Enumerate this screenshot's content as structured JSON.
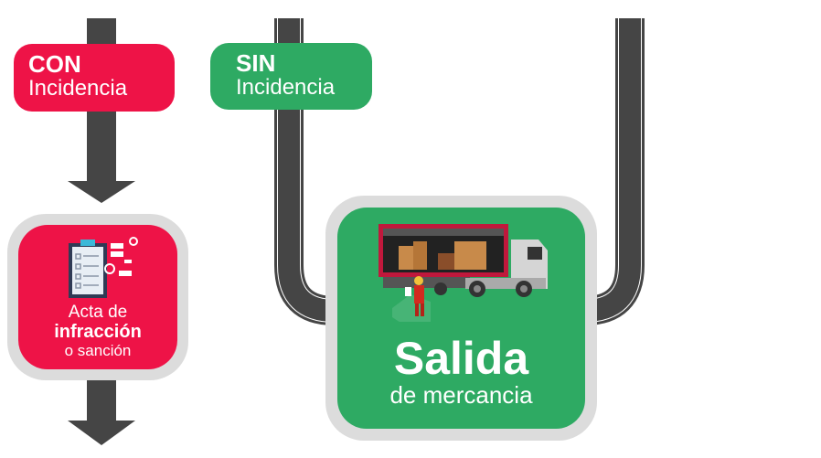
{
  "con_badge": {
    "bold": "CON",
    "text": "Incidencia"
  },
  "sin_badge": {
    "bold": "SIN",
    "text": "Incidencia"
  },
  "acta_card": {
    "line1": "Acta de",
    "line2": "infracción",
    "line3": "o sanción"
  },
  "salida_card": {
    "title": "Salida",
    "subtitle": "de mercancia"
  },
  "colors": {
    "red": "#ee1347",
    "green": "#2eaa63",
    "road": "#454545",
    "frame": "#dcdcdc"
  }
}
